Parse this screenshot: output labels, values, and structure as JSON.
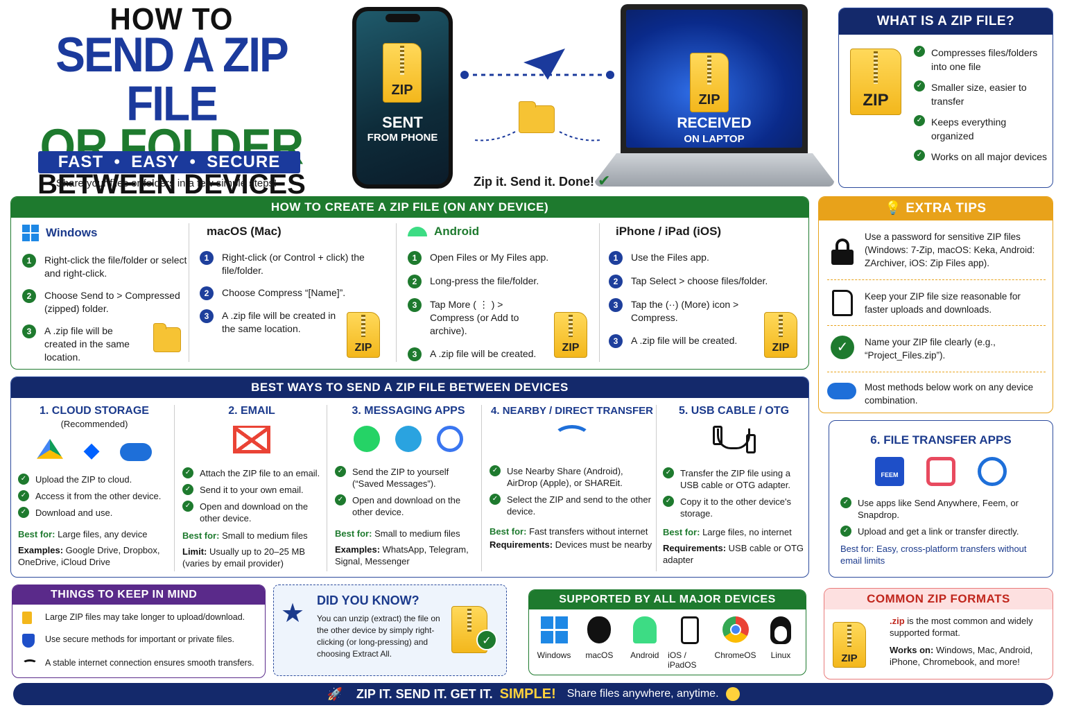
{
  "header": {
    "line1": "HOW TO",
    "line2": "SEND A ZIP FILE",
    "line3": "OR FOLDER",
    "line4": "BETWEEN DEVICES",
    "tagline": [
      "FAST",
      "EASY",
      "SECURE"
    ],
    "sub": "Share your files or folders in a few simple steps!"
  },
  "hero": {
    "phone_zip": "ZIP",
    "phone_sent": "SENT",
    "phone_from": "FROM PHONE",
    "laptop_zip": "ZIP",
    "laptop_received": "RECEIVED",
    "laptop_on": "ON LAPTOP",
    "caption": "Zip it. Send it. Done!"
  },
  "what": {
    "title": "WHAT IS A ZIP FILE?",
    "zip": "ZIP",
    "items": [
      "Compresses files/folders into one file",
      "Smaller size, easier to transfer",
      "Keeps everything organized",
      "Works on all major devices"
    ]
  },
  "create": {
    "title": "HOW TO CREATE A ZIP FILE (ON ANY DEVICE)",
    "cols": [
      {
        "name": "Windows",
        "steps": [
          [
            "1",
            "Right-click the file/folder or select and right-click."
          ],
          [
            "2",
            "Choose Send to > Compressed (zipped) folder."
          ],
          [
            "3",
            "A .zip file will be created in the same location."
          ]
        ]
      },
      {
        "name": "macOS (Mac)",
        "steps": [
          [
            "1",
            "Right-click (or Control + click) the file/folder."
          ],
          [
            "2",
            "Choose Compress “[Name]”."
          ],
          [
            "3",
            "A .zip file will be created in the same location."
          ]
        ]
      },
      {
        "name": "Android",
        "steps": [
          [
            "1",
            "Open Files or My Files app."
          ],
          [
            "2",
            "Long-press the file/folder."
          ],
          [
            "3",
            "Tap More ( ⋮ ) > Compress (or Add to archive)."
          ],
          [
            "3",
            "A .zip file will be created."
          ]
        ]
      },
      {
        "name": "iPhone / iPad (iOS)",
        "steps": [
          [
            "1",
            "Use the Files app."
          ],
          [
            "2",
            "Tap Select > choose files/folder."
          ],
          [
            "3",
            "Tap the (··) (More) icon > Compress."
          ],
          [
            "3",
            "A .zip file will be created."
          ]
        ]
      }
    ],
    "zip": "ZIP"
  },
  "tips": {
    "title": "EXTRA TIPS",
    "items": [
      "Use a password for sensitive ZIP files (Windows: 7-Zip, macOS: Keka, Android: ZArchiver, iOS: Zip Files app).",
      "Keep your ZIP file size reasonable for faster uploads and downloads.",
      "Name your ZIP file clearly (e.g., “Project_Files.zip”).",
      "Most methods below work on any device combination."
    ]
  },
  "ways": {
    "title": "BEST WAYS TO SEND A ZIP FILE BETWEEN DEVICES",
    "cols": [
      {
        "title": "1. CLOUD STORAGE",
        "sub": "(Recommended)",
        "items": [
          "Upload the ZIP to cloud.",
          "Access it from the other device.",
          "Download and use."
        ],
        "l1": "Best for:",
        "v1": " Large files, any device",
        "l2": "Examples:",
        "v2": " Google Drive, Dropbox, OneDrive, iCloud Drive"
      },
      {
        "title": "2. EMAIL",
        "items": [
          "Attach the ZIP file to an email.",
          "Send it to your own email.",
          "Open and download on the other device."
        ],
        "l1": "Best for:",
        "v1": " Small to medium files",
        "l2": "Limit:",
        "v2": " Usually up to 20–25 MB (varies by email provider)"
      },
      {
        "title": "3. MESSAGING APPS",
        "items": [
          "Send the ZIP to yourself (“Saved Messages”).",
          "Open and download on the other device."
        ],
        "l1": "Best for:",
        "v1": " Small to medium files",
        "l2": "Examples:",
        "v2": " WhatsApp, Telegram, Signal, Messenger"
      },
      {
        "title": "4. NEARBY / DIRECT TRANSFER",
        "items": [
          "Use Nearby Share (Android), AirDrop (Apple), or SHAREit.",
          "Select the ZIP and send to the other device."
        ],
        "l1": "Best for:",
        "v1": " Fast transfers without internet",
        "l2": "Requirements:",
        "v2": " Devices must be nearby"
      },
      {
        "title": "5. USB CABLE / OTG",
        "items": [
          "Transfer the ZIP file using a USB cable or OTG adapter.",
          "Copy it to the other device's storage."
        ],
        "l1": "Best for:",
        "v1": " Large files, no internet",
        "l2": "Requirements:",
        "v2": " USB cable or OTG adapter"
      }
    ]
  },
  "fta": {
    "title": "6. FILE TRANSFER APPS",
    "feem": "FEEM",
    "items": [
      "Use apps like Send Anywhere, Feem, or Snapdrop.",
      "Upload and get a link or transfer directly."
    ],
    "best": "Best for: Easy, cross-platform transfers without email limits"
  },
  "keep": {
    "title": "THINGS TO KEEP IN MIND",
    "items": [
      "Large ZIP files may take longer to upload/download.",
      "Use secure methods for important or private files.",
      "A stable internet connection ensures smooth transfers."
    ]
  },
  "dyk": {
    "title": "DID YOU KNOW?",
    "text": "You can unzip (extract) the file on the other device by simply right-clicking (or long-pressing) and choosing Extract All."
  },
  "supported": {
    "title": "SUPPORTED BY ALL MAJOR DEVICES",
    "devices": [
      "Windows",
      "macOS",
      "Android",
      "iOS / iPadOS",
      "ChromeOS",
      "Linux"
    ]
  },
  "formats": {
    "title": "COMMON ZIP FORMATS",
    "ext": ".zip",
    "ext_text": " is the most common and widely supported format.",
    "works_label": "Works on:",
    "works": " Windows, Mac, Android, iPhone, Chromebook, and more!",
    "zip": "ZIP"
  },
  "footer": {
    "a": "ZIP IT. SEND IT. GET IT.",
    "b": "SIMPLE!",
    "c": "Share files anywhere, anytime."
  },
  "colors": {
    "navy": "#14296b",
    "green": "#1e7a2e",
    "orange": "#e8a21a",
    "purple": "#5a2a8a",
    "pink": "#fde0e0"
  }
}
